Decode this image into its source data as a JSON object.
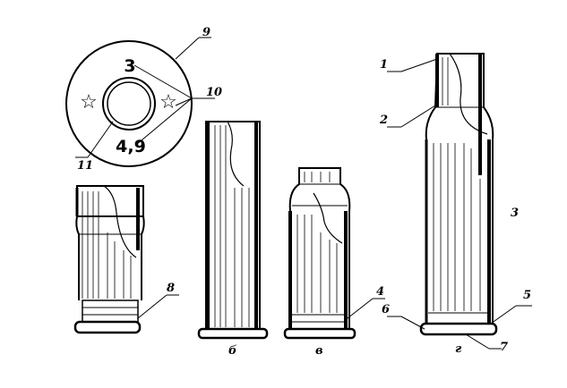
{
  "figure": {
    "head_stamp": {
      "top_mark": "3",
      "bottom_mark": "4,9",
      "star_symbol": "☆"
    },
    "callouts": {
      "c1": "1",
      "c2": "2",
      "c3": "3",
      "c4": "4",
      "c5": "5",
      "c6": "6",
      "c7": "7",
      "c8": "8",
      "c9": "9",
      "c10": "10",
      "c11": "11"
    },
    "part_letters": {
      "b": "б",
      "v": "в",
      "g": "г"
    }
  }
}
